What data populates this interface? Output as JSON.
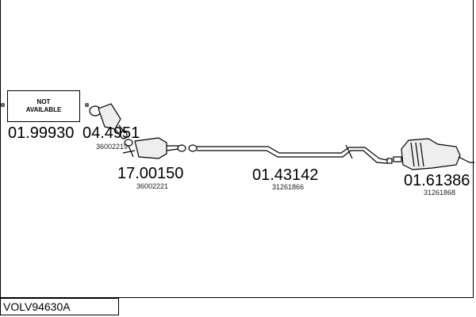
{
  "footer": {
    "code": "VOLV94630A"
  },
  "not_available": {
    "line1": "NOT",
    "line2": "AVAILABLE"
  },
  "parts": [
    {
      "number": "01.99930",
      "ref": ""
    },
    {
      "number": "04.4951",
      "ref": "36002219"
    },
    {
      "number": "17.00150",
      "ref": "36002221"
    },
    {
      "number": "01.43142",
      "ref": "31261866"
    },
    {
      "number": "01.61386",
      "ref": "31261868"
    }
  ]
}
